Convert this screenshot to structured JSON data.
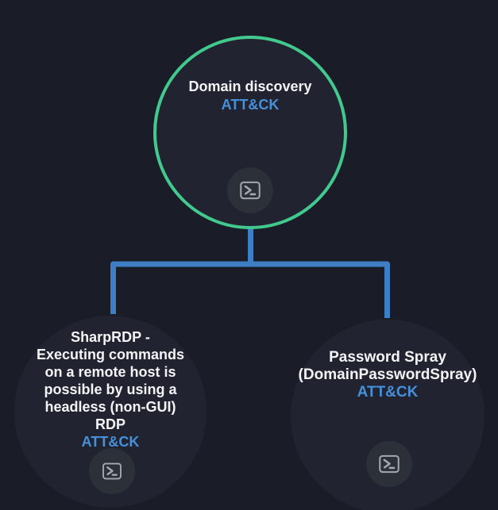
{
  "diagram": {
    "root": {
      "title": "Domain discovery",
      "link_label": "ATT&CK",
      "icon": "powershell-icon"
    },
    "children": [
      {
        "id": "sharprdp",
        "title": "SharpRDP -\nExecuting commands\non a remote host is\npossible by using a\nheadless (non-GUI)\nRDP",
        "link_label": "ATT&CK",
        "icon": "powershell-icon"
      },
      {
        "id": "password-spray",
        "title": "Password Spray\n(DomainPasswordSpray)",
        "link_label": "ATT&CK",
        "icon": "powershell-icon"
      }
    ]
  },
  "colors": {
    "background": "#1a1d27",
    "node_fill": "#212430",
    "root_border": "#41c98e",
    "connector": "#3e7ec5",
    "link": "#4590d9",
    "text": "#f3f4f6",
    "icon_badge_fill": "#2b3039",
    "icon_stroke": "#a3a9b2"
  }
}
